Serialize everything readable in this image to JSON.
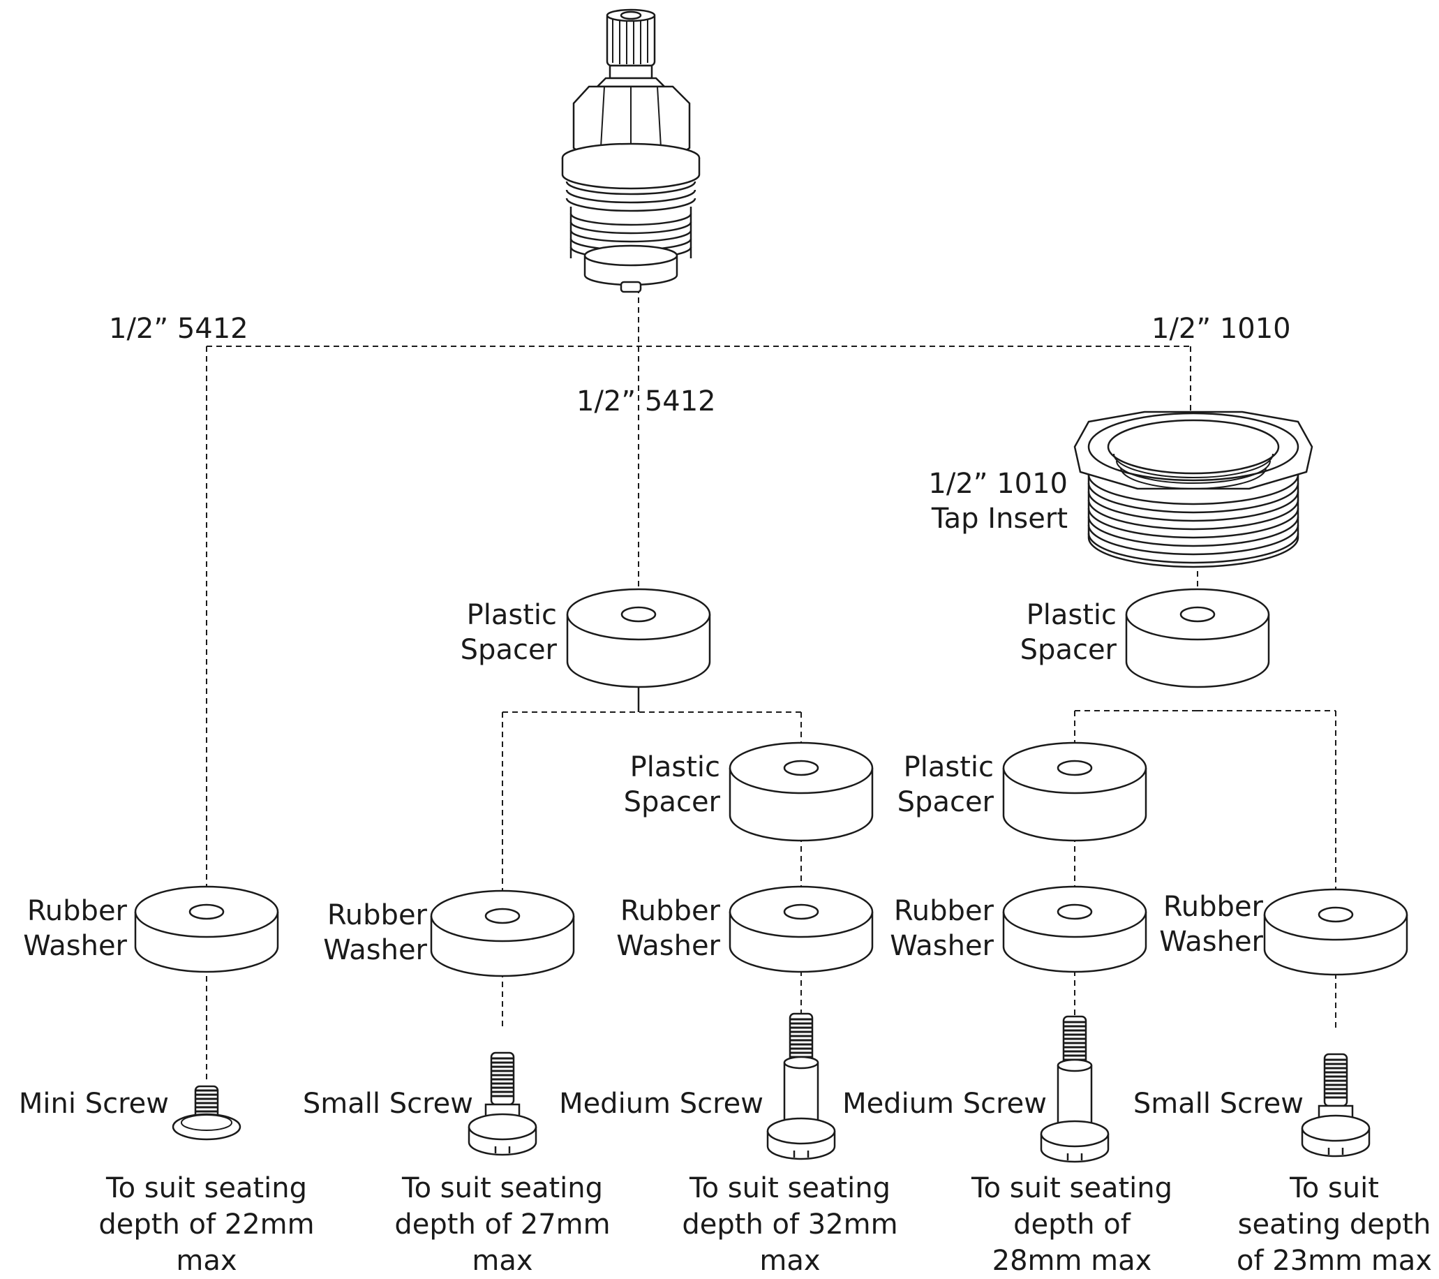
{
  "labels": {
    "top_left": "1/2” 5412",
    "top_right": "1/2” 1010",
    "middle": "1/2” 5412"
  },
  "tap_insert": [
    "1/2” 1010",
    "Tap Insert"
  ],
  "plastic_spacer": [
    "Plastic",
    "Spacer"
  ],
  "rubber_washer": [
    "Rubber",
    "Washer"
  ],
  "screws": {
    "mini": "Mini Screw",
    "small": "Small Screw",
    "medium": "Medium Screw"
  },
  "captions": {
    "c1": [
      "To suit seating",
      "depth of 22mm",
      "max"
    ],
    "c2": [
      "To suit seating",
      "depth of 27mm",
      "max"
    ],
    "c3": [
      "To suit seating",
      "depth of 32mm",
      "max"
    ],
    "c4": [
      "To suit seating",
      "depth of",
      "28mm max"
    ],
    "c5": [
      "To suit",
      "seating depth",
      "of 23mm max"
    ]
  },
  "colors": {
    "line": "#1a1a1a",
    "background": "#ffffff"
  }
}
